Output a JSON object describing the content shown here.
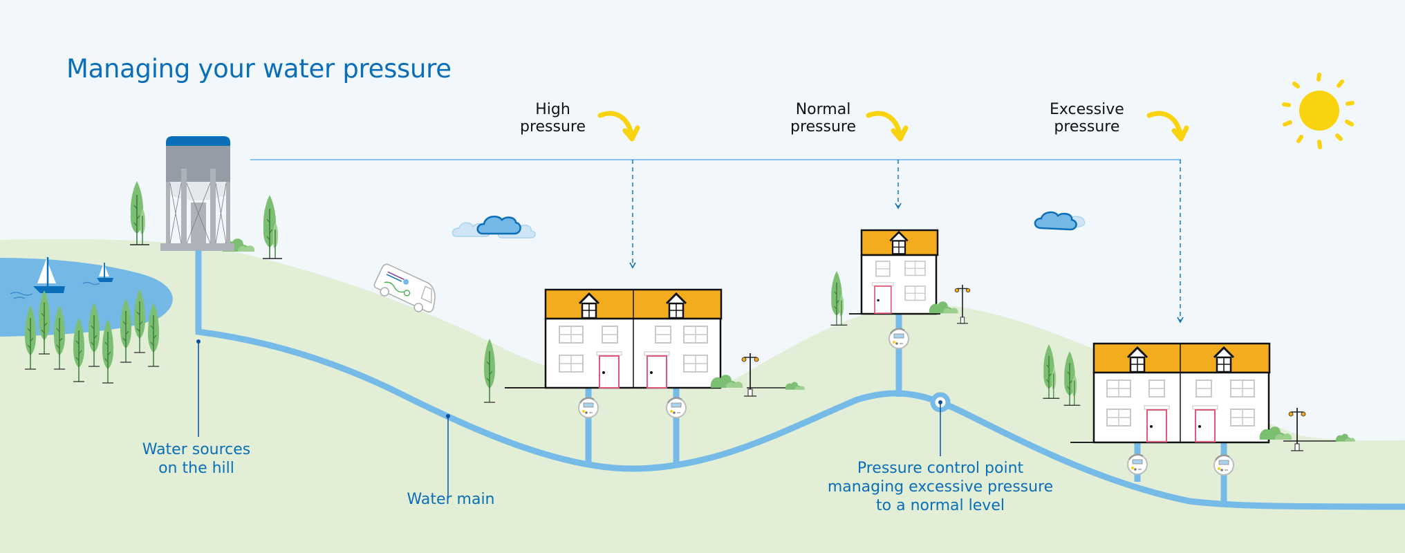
{
  "title": "Managing your water pressure",
  "pressure_labels": {
    "high": {
      "line1": "High",
      "line2": "pressure"
    },
    "normal": {
      "line1": "Normal",
      "line2": "pressure"
    },
    "excessive": {
      "line1": "Excessive",
      "line2": "pressure"
    }
  },
  "callouts": {
    "water_sources": {
      "line1": "Water sources",
      "line2": "on the hill"
    },
    "water_main": {
      "line1": "Water main"
    },
    "control_point": {
      "line1": "Pressure control point",
      "line2": "managing excessive pressure",
      "line3": "to a normal level"
    }
  },
  "colors": {
    "sky": "#F1F7FA",
    "grass": "#E2EFD6",
    "pipe": "#76BBE8",
    "text_blue": "#0A6EB8",
    "roof": "#F2AC1E",
    "door": "#E0587A",
    "sun": "#FAD30F",
    "tree": "#7CBF72",
    "lake": "#74B9E6"
  },
  "icons": [
    "water-tower-icon",
    "sun-icon",
    "cloud-icon",
    "house-icon",
    "water-meter-icon",
    "tree-icon",
    "sailboat-icon",
    "van-icon",
    "lamp-post-icon",
    "bush-icon",
    "curved-arrow-icon"
  ]
}
